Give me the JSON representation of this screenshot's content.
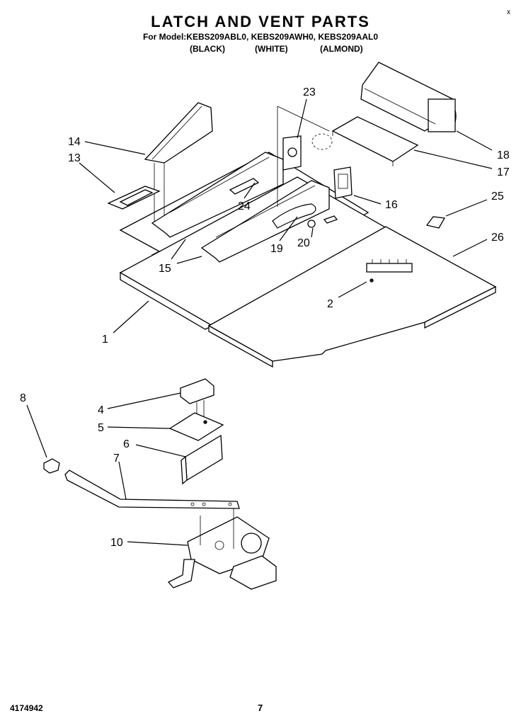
{
  "header": {
    "title": "LATCH AND VENT PARTS",
    "model_line": "For Model:KEBS209ABL0, KEBS209AWH0, KEBS209AAL0",
    "colors": [
      "(BLACK)",
      "(WHITE)",
      "(ALMOND)"
    ]
  },
  "corner_mark": "x",
  "footer": {
    "doc_number": "4174942",
    "page": "7"
  },
  "callouts": {
    "p1": "1",
    "p2": "2",
    "p4": "4",
    "p5": "5",
    "p6": "6",
    "p7": "7",
    "p8": "8",
    "p10": "10",
    "p13": "13",
    "p14": "14",
    "p15": "15",
    "p16": "16",
    "p17": "17",
    "p18": "18",
    "p19": "19",
    "p20": "20",
    "p23": "23",
    "p24": "24",
    "p25": "25",
    "p26": "26"
  }
}
